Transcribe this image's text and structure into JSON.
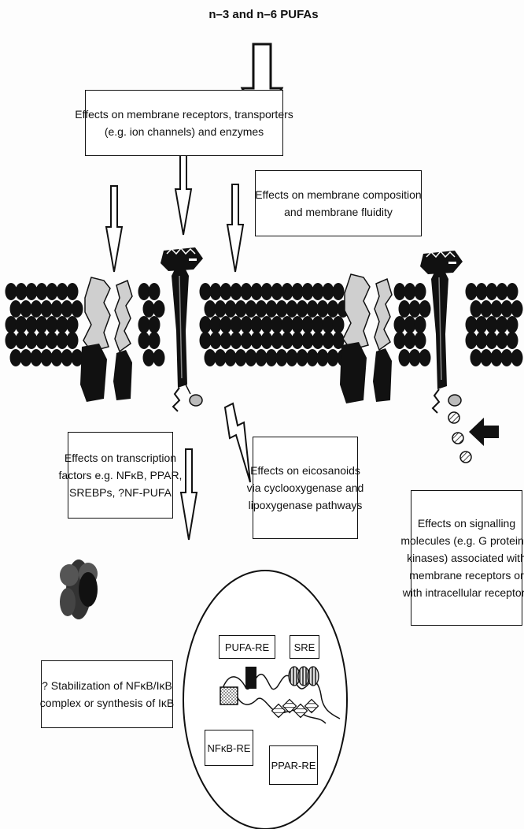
{
  "title": "n–3 and n–6 PUFAs",
  "boxes": {
    "receptors": [
      "Effects on membrane receptors, transporters",
      "(e.g. ion channels) and enzymes"
    ],
    "composition": [
      "Effects on membrane composition",
      "and membrane fluidity"
    ],
    "transcription": [
      "Effects on transcription",
      "factors e.g. NFκB, PPAR,",
      "SREBPs, ?NF-PUFA"
    ],
    "eicosanoids": [
      "Effects on eicosanoids",
      "via cyclooxygenase and",
      "lipoxygenase pathways"
    ],
    "signalling": [
      "Effects on signalling",
      "molecules (e.g. G proteins,",
      "kinases) associated with",
      "membrane receptors or",
      "with intracellular receptors"
    ],
    "stabilization": [
      "? Stabilization of NFκB/IκB",
      "complex or synthesis of IκB"
    ]
  },
  "response_elements": {
    "pufa_re": "PUFA-RE",
    "sre": "SRE",
    "nfkb_re": "NFκB-RE",
    "ppar_re": "PPAR-RE"
  }
}
